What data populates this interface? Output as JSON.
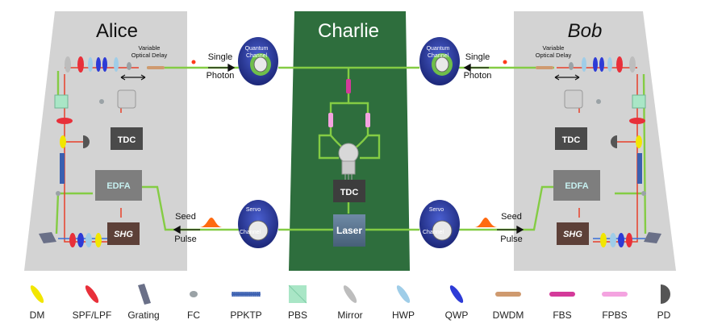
{
  "labels": {
    "alice": "Alice",
    "bob": "Bob",
    "charlie": "Charlie",
    "variable_optical_delay_line1": "Variable",
    "variable_optical_delay_line2": "Optical Delay",
    "single_photon_line1": "Single",
    "single_photon_line2": "Photon",
    "quantum_channel_line1": "Quantum",
    "quantum_channel_line2": "Channel",
    "servo_channel_line1": "Servo",
    "servo_channel_line2": "Channel",
    "seed_pulse_line1": "Seed",
    "seed_pulse_line2": "Pulse",
    "tdc": "TDC",
    "edfa": "EDFA",
    "shg": "SHG",
    "laser": "Laser"
  },
  "legend": [
    {
      "key": "dm",
      "label": "DM",
      "color": "#f2e600"
    },
    {
      "key": "spf_lpf",
      "label": "SPF/LPF",
      "color": "#e8303a"
    },
    {
      "key": "grating",
      "label": "Grating",
      "color": "#6a7088"
    },
    {
      "key": "fc",
      "label": "FC",
      "color": "#9aa2a6"
    },
    {
      "key": "ppktp",
      "label": "PPKTP",
      "color": "#3a5fb0"
    },
    {
      "key": "pbs",
      "label": "PBS",
      "color": "#a9e6c6"
    },
    {
      "key": "mirror",
      "label": "Mirror",
      "color": "#bdbdbd"
    },
    {
      "key": "hwp",
      "label": "HWP",
      "color": "#9fcde8"
    },
    {
      "key": "qwp",
      "label": "QWP",
      "color": "#2d3bd6"
    },
    {
      "key": "dwdm",
      "label": "DWDM",
      "color": "#cf9a6f"
    },
    {
      "key": "fbs",
      "label": "FBS",
      "color": "#d43a9a"
    },
    {
      "key": "fpbs",
      "label": "FPBS",
      "color": "#f4a3e0"
    },
    {
      "key": "pd",
      "label": "PD",
      "color": "#555555"
    }
  ],
  "colors": {
    "panel": "#d3d3d3",
    "charlie_bg": "#2e6e3d",
    "fiber": "#84cc44",
    "red_beam": "#e8402a",
    "blue_beam": "#3a6fd8",
    "spool": "#283a9e",
    "box": "#4a4a4a"
  }
}
